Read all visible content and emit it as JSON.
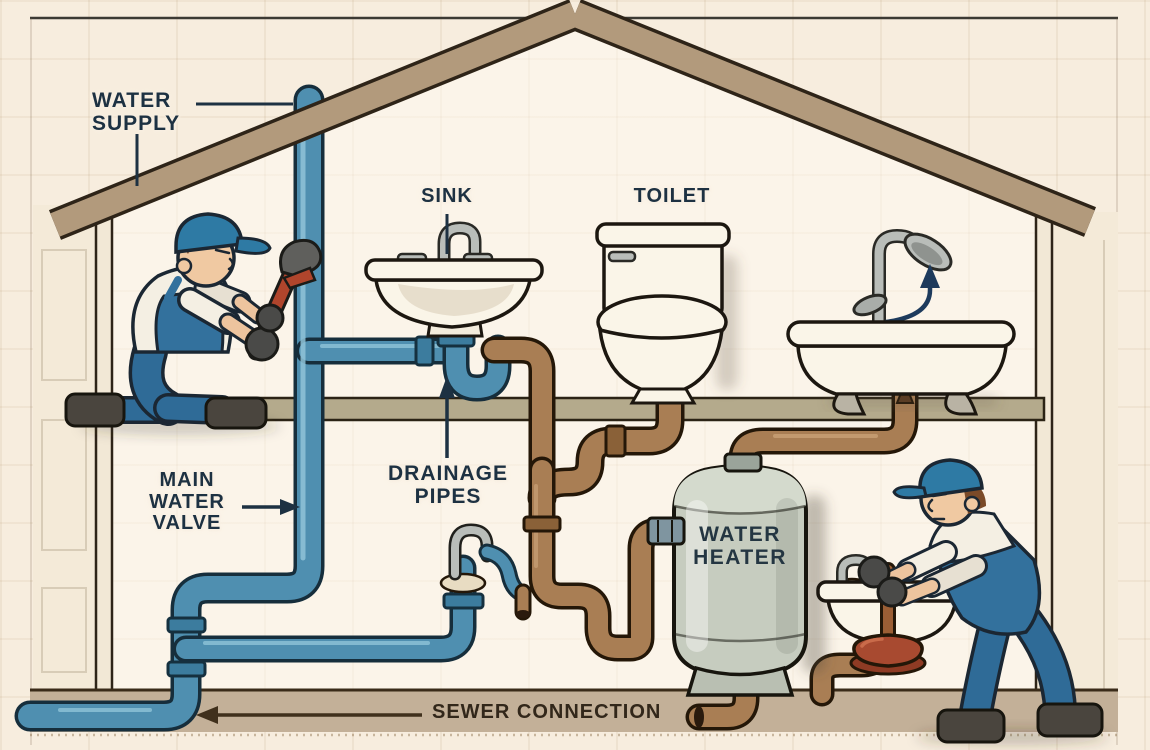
{
  "diagram": {
    "kind": "home-plumbing-cross-section-illustration"
  },
  "labels": {
    "water_supply": "WATER SUPPLY",
    "sink": "SINK",
    "toilet": "TOILET",
    "main_water_valve": "MAIN WATER VALVE",
    "drainage_pipes": "DRAINAGE PIPES",
    "water_heater": "WATER HEATER",
    "sewer_connection": "SEWER CONNECTION"
  },
  "arrows": {
    "main_water_valve": "right",
    "drainage_pipes": "up",
    "shower_flow": "up",
    "sewer_flow": "left"
  },
  "fixtures": [
    "pedestal-sink",
    "toilet",
    "bathtub-with-shower",
    "water-heater-tank",
    "utility-faucet",
    "small-sink-with-plunger"
  ],
  "people": [
    {
      "role": "plumber-kneeling-with-pipe-wrench",
      "position": "upper-left"
    },
    {
      "role": "plumber-plunging-sink",
      "position": "lower-right"
    }
  ],
  "colors": {
    "background": "#f7edde",
    "supply_pipe_blue": "#4f8fb0",
    "drain_pipe_brown": "#a97e54",
    "roof_tan": "#b29a7c",
    "floor_tan": "#b4aa8c",
    "ground_tan": "#c3b098",
    "label_ink": "#1d3142",
    "sewer_ink": "#32271a",
    "heater_gray": "#c6ccc0",
    "fixture_white": "#faf5e8",
    "uniform_blue": "#33719d",
    "wrench_red": "#b0452c"
  }
}
